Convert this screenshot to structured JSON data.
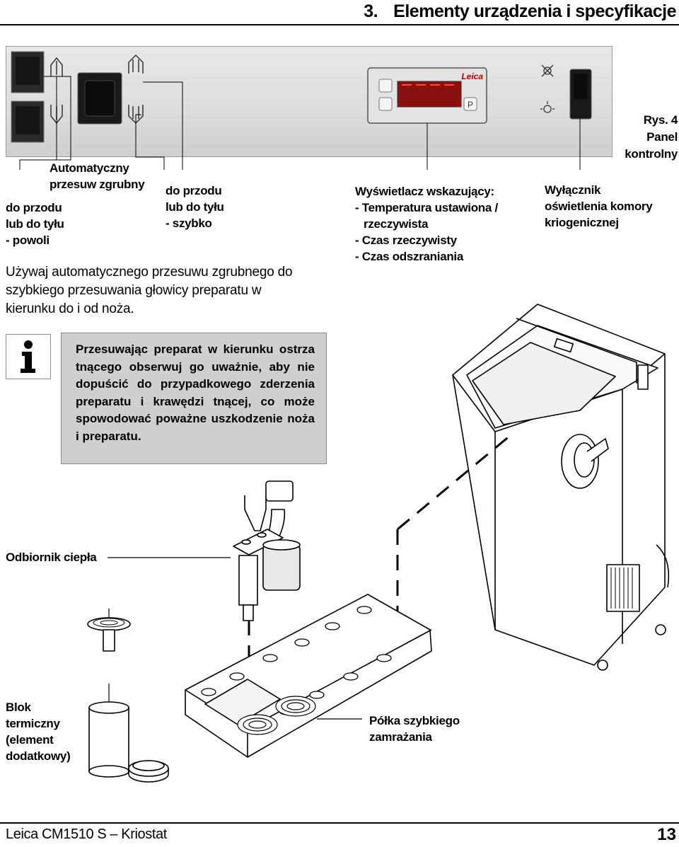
{
  "header": {
    "section_number": "3.",
    "section_title": "Elementy urządzenia i specyfikacje"
  },
  "figure": {
    "caption_line1": "Rys. 4",
    "caption_line2": "Panel",
    "caption_line3": "kontrolny",
    "display_brand": "Leica",
    "display_p_key": "P"
  },
  "labels": {
    "auto_coarse_line1": "Automatyczny",
    "auto_coarse_line2": "przesuw zgrubny",
    "slow_line1": "do przodu",
    "slow_line2": "lub do tyłu",
    "slow_line3": "- powoli",
    "fast_line1": "do przodu",
    "fast_line2": "lub do tyłu",
    "fast_line3": "- szybko",
    "display_line1": "Wyświetlacz wskazujący:",
    "display_line2": "- Temperatura ustawiona /",
    "display_line3": "rzeczywista",
    "display_line4": "- Czas rzeczywisty",
    "display_line5": "- Czas odszraniania",
    "switch_line1": "Wyłącznik",
    "switch_line2": "oświetlenia komory",
    "switch_line3": "kriogenicznej",
    "heat_sink": "Odbiornik ciepła",
    "block_line1": "Blok",
    "block_line2": "termiczny",
    "block_line3": "(element",
    "block_line4": "dodatkowy)",
    "shelf_line1": "Półka szybkiego",
    "shelf_line2": "zamrażania"
  },
  "body": {
    "line1": "Używaj automatycznego przesuwu zgrubnego do",
    "line2": "szybkiego przesuwania głowicy preparatu w",
    "line3": "kierunku do i od noża."
  },
  "info": {
    "text": "Przesuwając preparat w kierunku ostrza tnącego obserwuj go uważnie, aby nie dopuścić do przypadkowego zderzenia preparatu i krawędzi tnącej, co może spowodować poważne uszkodzenie noża i preparatu."
  },
  "footer": {
    "product": "Leica CM1510 S – Kriostat",
    "page_number": "13"
  }
}
